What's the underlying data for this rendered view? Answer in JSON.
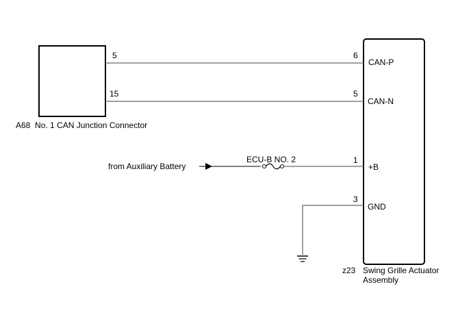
{
  "left_component": {
    "code": "A68",
    "name": "No. 1 CAN Junction Connector",
    "pins": [
      "5",
      "15"
    ]
  },
  "right_component": {
    "code": "z23",
    "name_line1": "Swing Grille Actuator",
    "name_line2": "Assembly",
    "pins": [
      {
        "number": "6",
        "signal": "CAN-P"
      },
      {
        "number": "5",
        "signal": "CAN-N"
      },
      {
        "number": "1",
        "signal": "+B"
      },
      {
        "number": "3",
        "signal": "GND"
      }
    ]
  },
  "power_source": {
    "label": "from Auxiliary Battery",
    "fuse_label": "ECU-B NO. 2"
  },
  "colors": {
    "wire": "#808080",
    "outline": "#000000"
  }
}
